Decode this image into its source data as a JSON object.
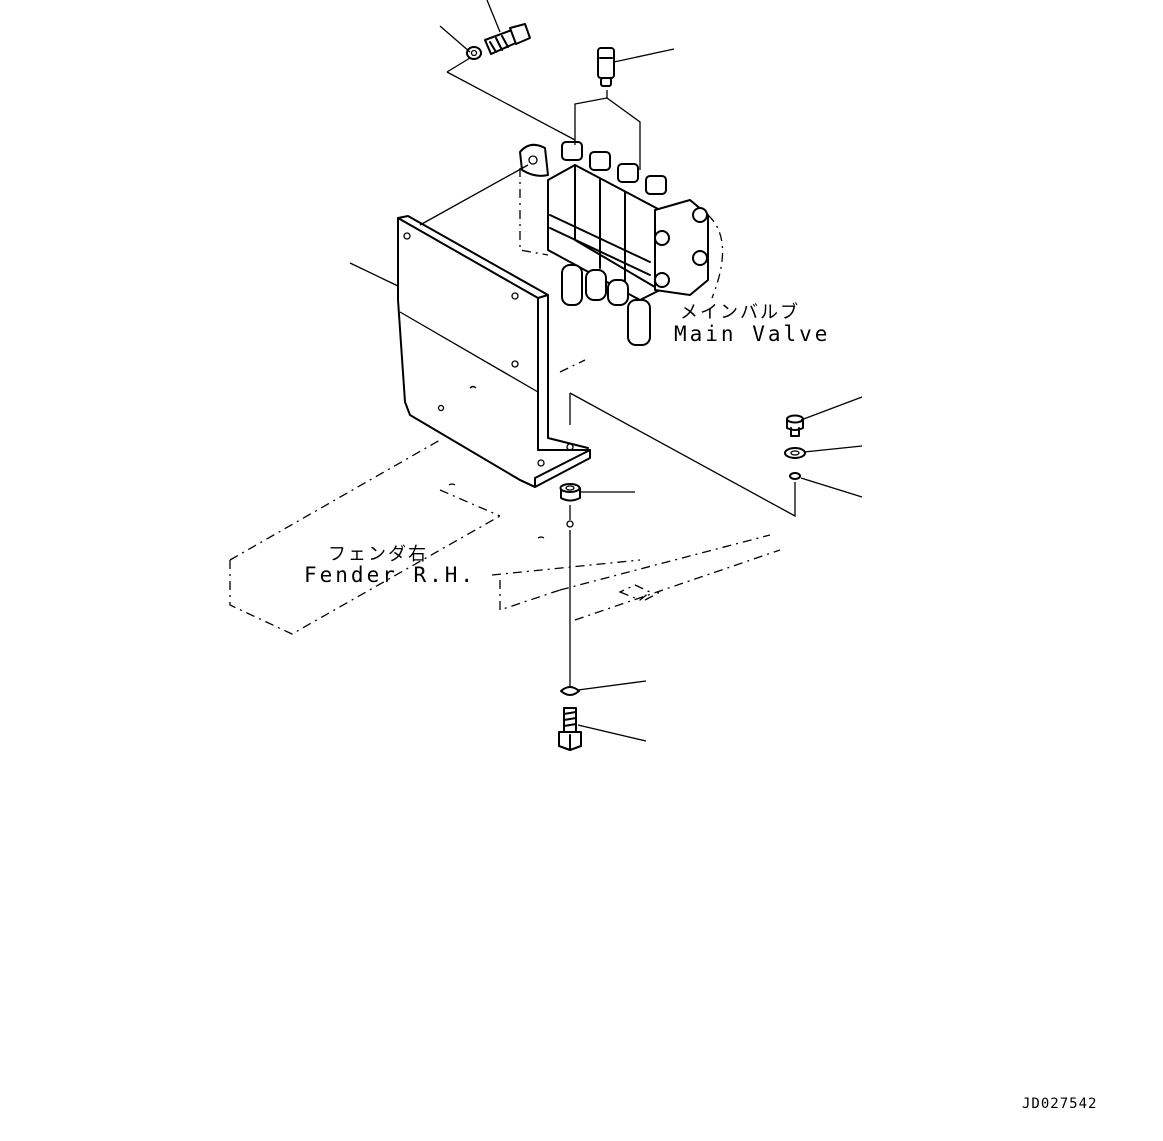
{
  "labels": {
    "main_valve_jp": "メインバルブ",
    "main_valve_en": "Main Valve",
    "fender_jp": "フェンダ右",
    "fender_en": "Fender R.H.",
    "drawing_code": "JD027542"
  }
}
